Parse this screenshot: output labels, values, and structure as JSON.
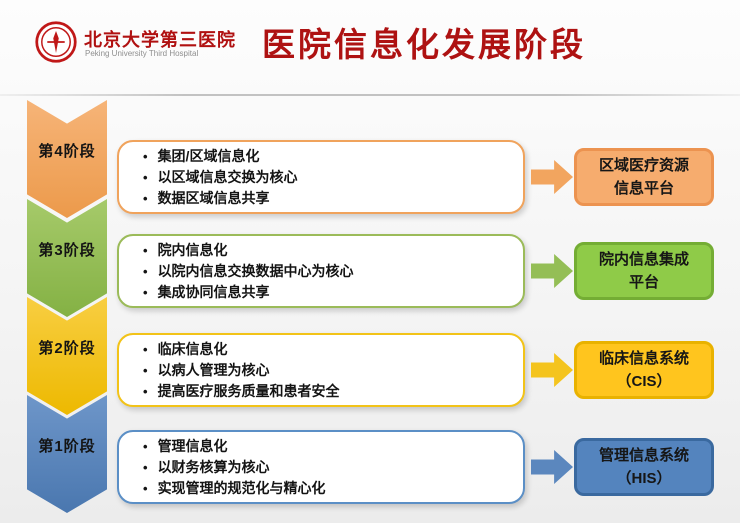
{
  "header": {
    "hospital_name": "北京大学第三医院",
    "hospital_name_en": "Peking University Third Hospital",
    "title": "医院信息化发展阶段"
  },
  "colors": {
    "title_red": "#AE1212",
    "stage4_orange": "#F2A55F",
    "stage3_green": "#94BE56",
    "stage2_yellow": "#F4C41E",
    "stage1_blue": "#5B87BE"
  },
  "stages": [
    {
      "label": "第4阶段",
      "bullets": [
        "集团/区域信息化",
        "以区域信息交换为核心",
        "数据区域信息共享"
      ],
      "result_line1": "区域医疗资源",
      "result_line2": "信息平台",
      "color": "#F2A55F"
    },
    {
      "label": "第3阶段",
      "bullets": [
        "院内信息化",
        "以院内信息交换数据中心为核心",
        "集成协同信息共享"
      ],
      "result_line1": "院内信息集成",
      "result_line2": "平台",
      "color": "#94BE56"
    },
    {
      "label": "第2阶段",
      "bullets": [
        "临床信息化",
        "以病人管理为核心",
        "提高医疗服务质量和患者安全"
      ],
      "result_line1": "临床信息系统",
      "result_line2": "（CIS）",
      "color": "#F4C41E"
    },
    {
      "label": "第1阶段",
      "bullets": [
        "管理信息化",
        "以财务核算为核心",
        "实现管理的规范化与精心化"
      ],
      "result_line1": "管理信息系统",
      "result_line2": "（HIS）",
      "color": "#5B87BE"
    }
  ]
}
